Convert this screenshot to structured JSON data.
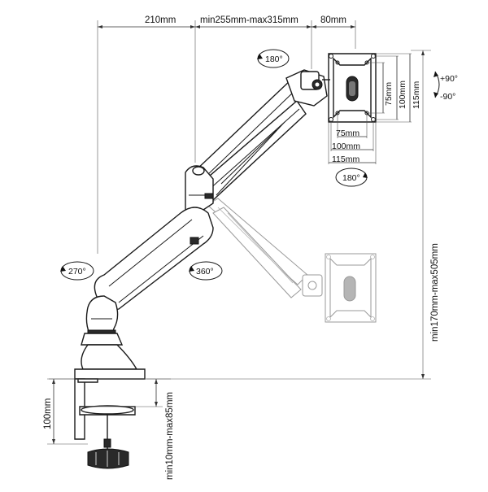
{
  "dimensions": {
    "top_arm_length": "210mm",
    "forearm_range": "min255mm-max315mm",
    "head_offset": "80mm",
    "vesa_75_horizontal": "75mm",
    "vesa_100_horizontal": "100mm",
    "vesa_115_horizontal": "115mm",
    "vesa_75_vertical": "75mm",
    "vesa_100_vertical": "100mm",
    "vesa_115_vertical": "115mm",
    "height_range": "min170mm-max505mm",
    "clamp_height": "100mm",
    "desk_thickness": "min10mm-max85mm"
  },
  "rotations": {
    "head_swivel": "180°",
    "head_rotate": "180°",
    "tilt_up": "+90°",
    "tilt_down": "-90°",
    "base_rotation": "270°",
    "arm_rotation": "360°"
  }
}
